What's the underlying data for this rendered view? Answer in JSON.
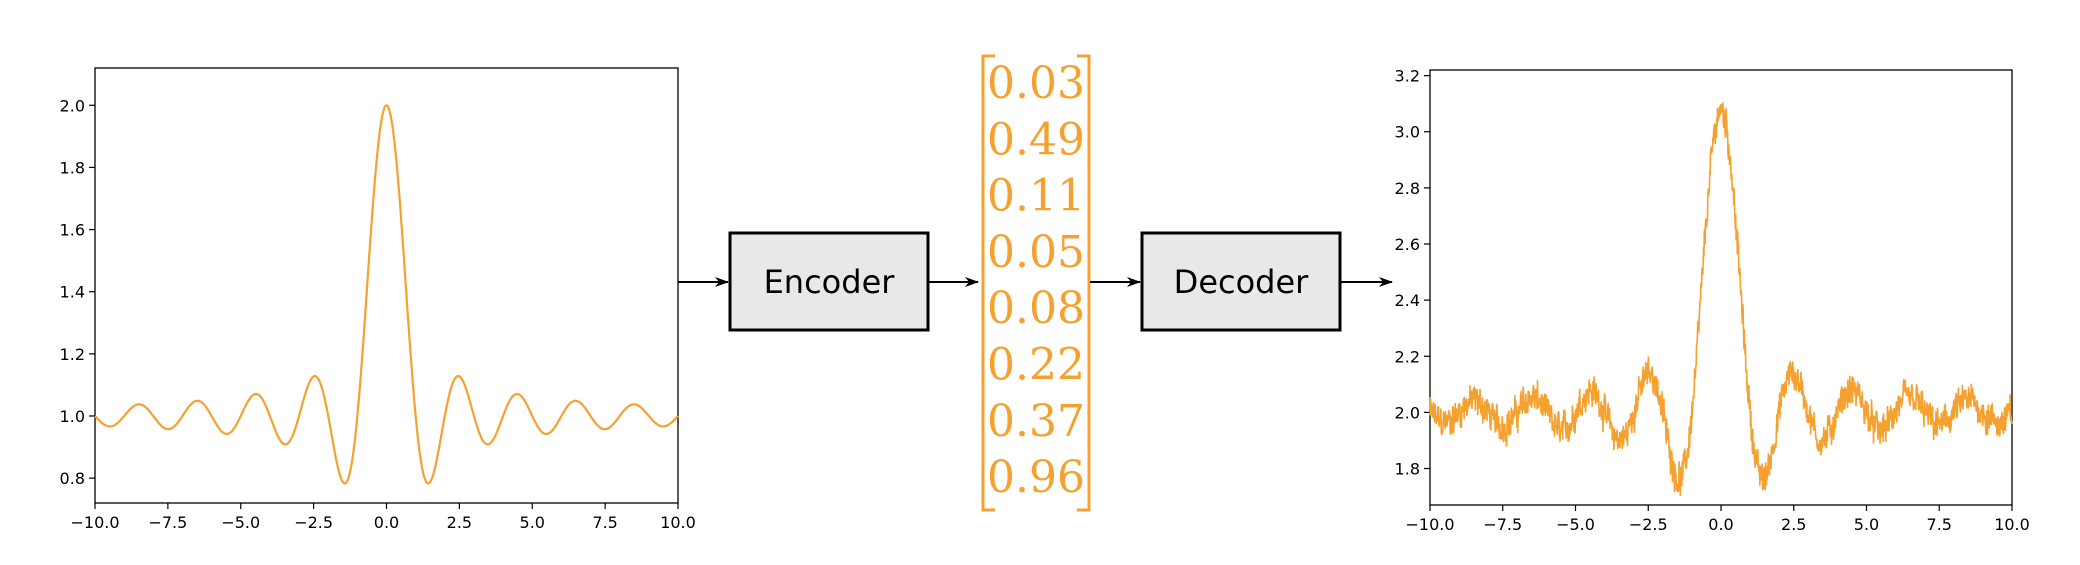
{
  "colors": {
    "curve": "#f5a12f",
    "box_fill": "#e8e8e8",
    "box_stroke": "#000000",
    "axis": "#000000"
  },
  "encoder": {
    "label": "Encoder"
  },
  "decoder": {
    "label": "Decoder"
  },
  "latent_vector": {
    "values": [
      "0.03",
      "0.49",
      "0.11",
      "0.05",
      "0.08",
      "0.22",
      "0.37",
      "0.96"
    ]
  },
  "chart_data": [
    {
      "type": "line",
      "function": "1 + sinc(x)",
      "xlim": [
        -10.0,
        10.0
      ],
      "ylim": [
        0.72,
        2.12
      ],
      "xticks": [
        "−10.0",
        "−7.5",
        "−5.0",
        "−2.5",
        "0.0",
        "2.5",
        "5.0",
        "7.5",
        "10.0"
      ],
      "xtick_values": [
        -10.0,
        -7.5,
        -5.0,
        -2.5,
        0.0,
        2.5,
        5.0,
        7.5,
        10.0
      ],
      "yticks": [
        "0.8",
        "1.0",
        "1.2",
        "1.4",
        "1.6",
        "1.8",
        "2.0"
      ],
      "ytick_values": [
        0.8,
        1.0,
        1.2,
        1.4,
        1.6,
        1.8,
        2.0
      ],
      "grid": false
    },
    {
      "type": "line",
      "function": "2 + sinc(x) + noise",
      "noise_amplitude": 0.05,
      "xlim": [
        -10.0,
        10.0
      ],
      "ylim": [
        1.67,
        3.22
      ],
      "xticks": [
        "−10.0",
        "−7.5",
        "−5.0",
        "−2.5",
        "0.0",
        "2.5",
        "5.0",
        "7.5",
        "10.0"
      ],
      "xtick_values": [
        -10.0,
        -7.5,
        -5.0,
        -2.5,
        0.0,
        2.5,
        5.0,
        7.5,
        10.0
      ],
      "yticks": [
        "1.8",
        "2.0",
        "2.2",
        "2.4",
        "2.6",
        "2.8",
        "3.0",
        "3.2"
      ],
      "ytick_values": [
        1.8,
        2.0,
        2.2,
        2.4,
        2.6,
        2.8,
        3.0,
        3.2
      ],
      "grid": false
    }
  ]
}
